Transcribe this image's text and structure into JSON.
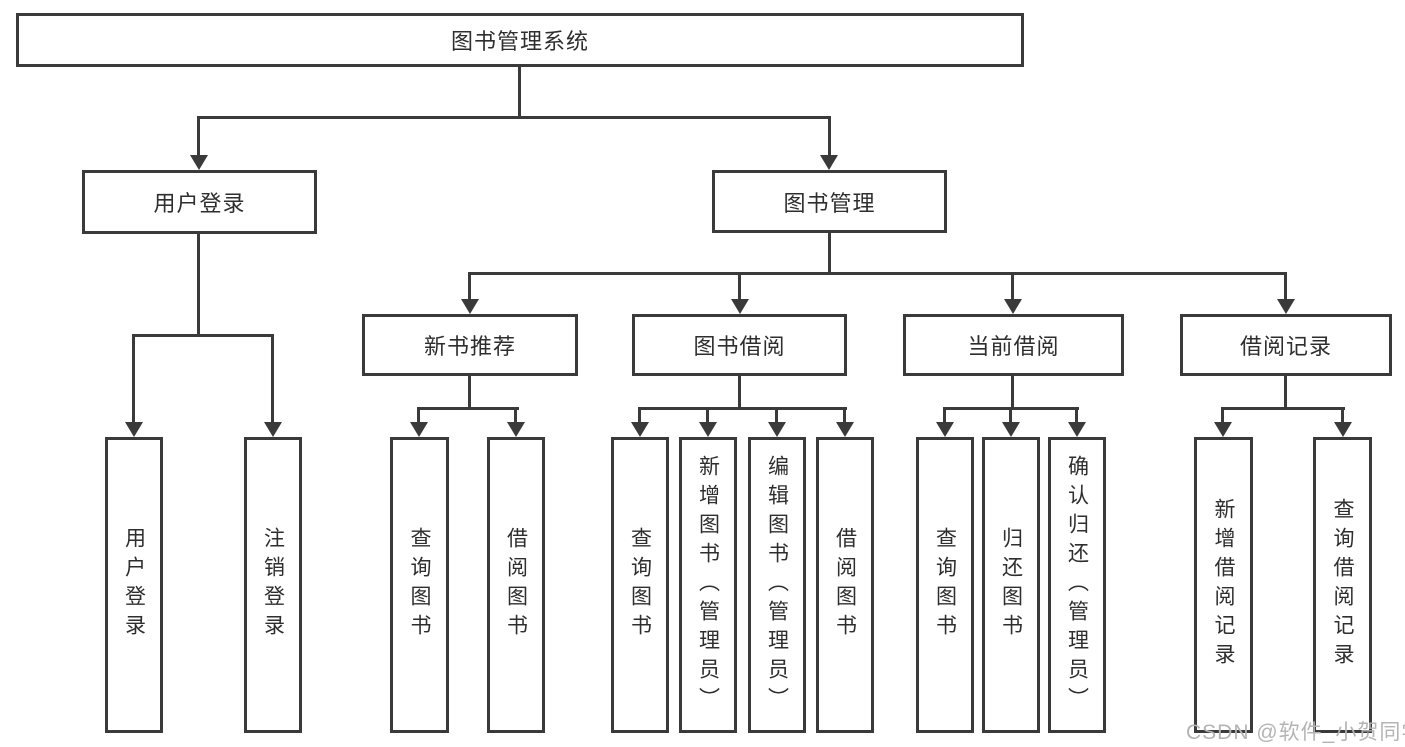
{
  "diagram": {
    "type": "hierarchy-tree",
    "nodes": {
      "root": "图书管理系统",
      "l2": [
        "用户登录",
        "图书管理"
      ],
      "l3": [
        "新书推荐",
        "图书借阅",
        "当前借阅",
        "借阅记录"
      ],
      "l4_login": [
        "用户登录",
        "注销登录"
      ],
      "l4_recommend": [
        "查询图书",
        "借阅图书"
      ],
      "l4_borrow": [
        "查询图书",
        "新增图书（管理员）",
        "编辑图书（管理员）",
        "借阅图书"
      ],
      "l4_current": [
        "查询图书",
        "归还图书",
        "确认归还（管理员）"
      ],
      "l4_records": [
        "新增借阅记录",
        "查询借阅记录"
      ]
    },
    "edges": [
      {
        "from": "图书管理系统",
        "to": [
          "用户登录",
          "图书管理"
        ]
      },
      {
        "from": "用户登录",
        "to": [
          "用户登录",
          "注销登录"
        ]
      },
      {
        "from": "图书管理",
        "to": [
          "新书推荐",
          "图书借阅",
          "当前借阅",
          "借阅记录"
        ]
      },
      {
        "from": "新书推荐",
        "to": [
          "查询图书",
          "借阅图书"
        ]
      },
      {
        "from": "图书借阅",
        "to": [
          "查询图书",
          "新增图书（管理员）",
          "编辑图书（管理员）",
          "借阅图书"
        ]
      },
      {
        "from": "当前借阅",
        "to": [
          "查询图书",
          "归还图书",
          "确认归还（管理员）"
        ]
      },
      {
        "from": "借阅记录",
        "to": [
          "新增借阅记录",
          "查询借阅记录"
        ]
      }
    ]
  },
  "watermark": "CSDN @软件_小贺同学",
  "colors": {
    "line": "#3a3a3a",
    "box_border": "#3a3a3a",
    "text": "#2e2e2e",
    "watermark": "#b4b4b4",
    "background": "#ffffff"
  }
}
